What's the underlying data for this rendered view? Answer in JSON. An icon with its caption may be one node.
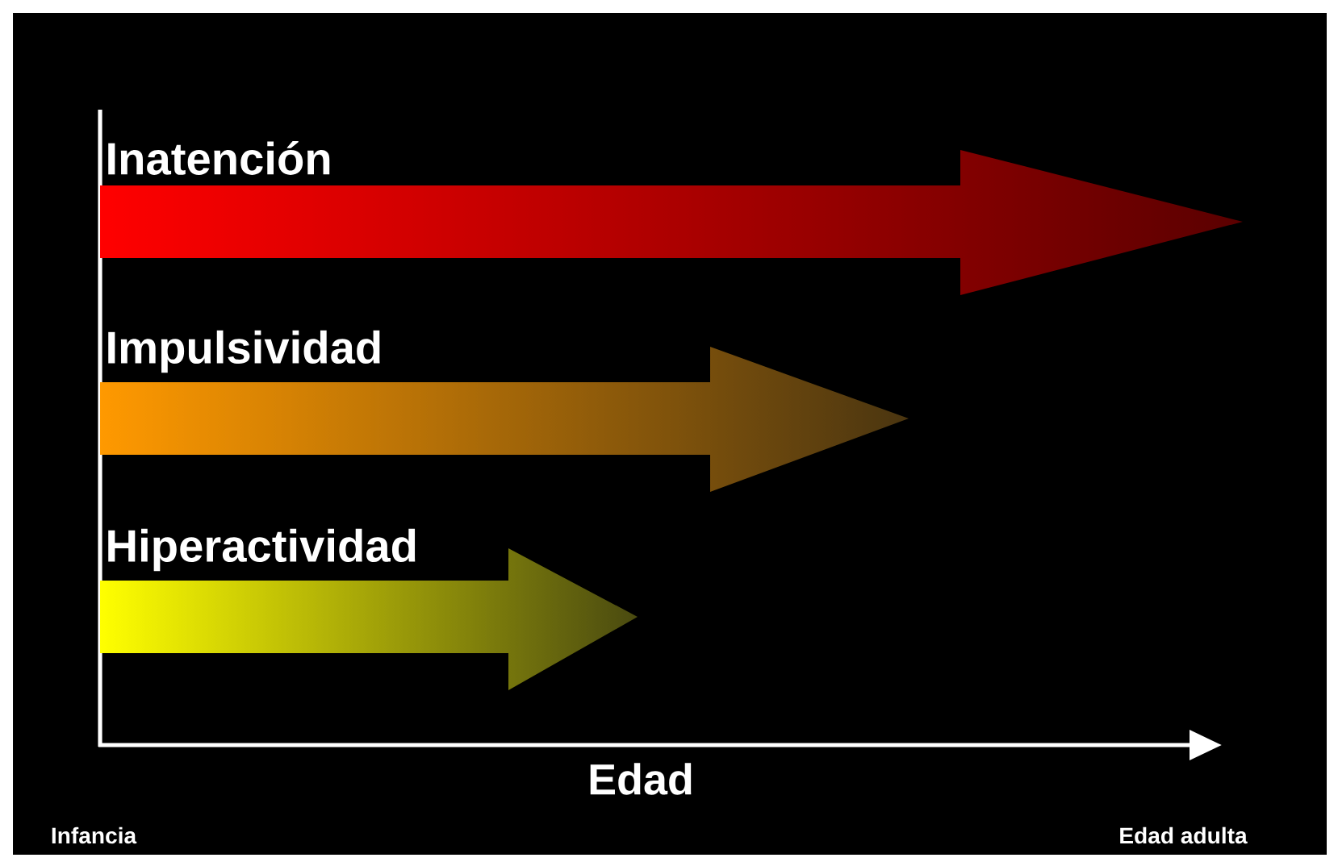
{
  "diagram": {
    "nodes": [
      {
        "text": [
          "Inatención"
        ]
      },
      {
        "text": [
          "Impulsividad"
        ]
      },
      {
        "text": [
          "Hiperactividad"
        ]
      }
    ],
    "labels": [
      "Edad",
      "Infancia",
      "Edad adulta"
    ]
  }
}
